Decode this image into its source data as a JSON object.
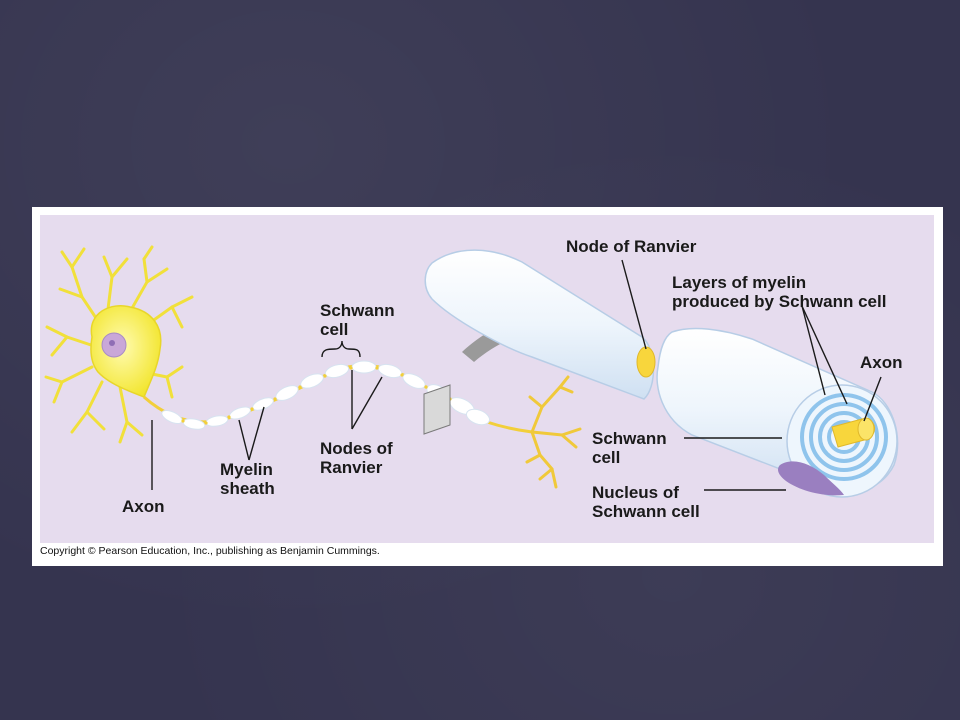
{
  "figure": {
    "labels": {
      "schwann_cell_top": [
        "Schwann",
        "cell"
      ],
      "nodes_of_ranvier": [
        "Nodes of",
        "Ranvier"
      ],
      "myelin_sheath": [
        "Myelin",
        "sheath"
      ],
      "axon_left": "Axon",
      "node_of_ranvier": "Node of Ranvier",
      "layers_of_myelin": [
        "Layers of myelin",
        "produced by Schwann cell"
      ],
      "axon_right": "Axon",
      "schwann_cell_right": [
        "Schwann",
        "cell"
      ],
      "nucleus_of_schwann_cell": [
        "Nucleus of",
        "Schwann cell"
      ]
    },
    "copyright": "Copyright © Pearson Education, Inc., publishing as Benjamin Cummings.",
    "colors": {
      "panel": "#e6dcee",
      "neuron": "#f7ee3a",
      "myelin": "#e8f1fb",
      "myelin_spiral": "#8fc4ec",
      "axon": "#f8d63c",
      "nucleus": "#9a7fc0",
      "arrow": "#9c9c9c"
    }
  }
}
